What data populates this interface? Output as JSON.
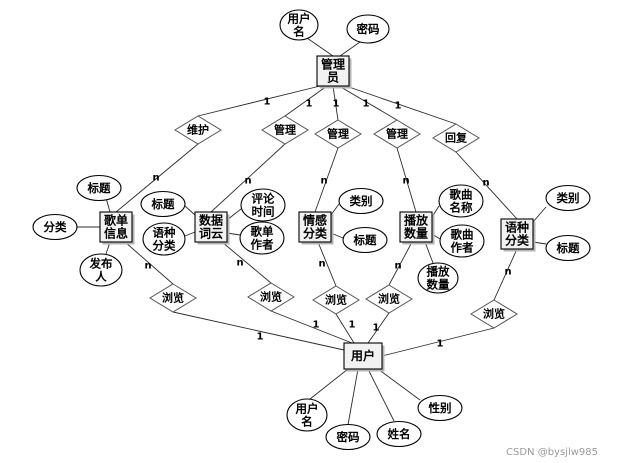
{
  "entities": {
    "admin": [
      "管理",
      "员"
    ],
    "playlist": [
      "歌单",
      "信息"
    ],
    "lyric": [
      "数据",
      "词云"
    ],
    "emotion": [
      "情感",
      "分类"
    ],
    "plays": [
      "播放",
      "数量"
    ],
    "language": [
      "语种",
      "分类"
    ],
    "user": [
      "用户"
    ]
  },
  "relationships": {
    "maintain": "维护",
    "manage_lyric": "管理",
    "manage_emotion": "管理",
    "manage_plays": "管理",
    "reply": "回复",
    "browse_playlist": "浏览",
    "browse_lyric": "浏览",
    "browse_emotion": "浏览",
    "browse_plays": "浏览",
    "browse_language": "浏览"
  },
  "attributes": {
    "admin_username": [
      "用户",
      "名"
    ],
    "admin_password": [
      "密码"
    ],
    "playlist_title": [
      "标题"
    ],
    "playlist_category": [
      "分类"
    ],
    "playlist_publisher": [
      "发布",
      "人"
    ],
    "lyric_title": [
      "标题"
    ],
    "lyric_language": [
      "语种",
      "分类"
    ],
    "lyric_comment_time": [
      "评论",
      "时间"
    ],
    "lyric_author": [
      "歌单",
      "作者"
    ],
    "emotion_category": [
      "类别"
    ],
    "emotion_title": [
      "标题"
    ],
    "plays_song_name": [
      "歌曲",
      "名称"
    ],
    "plays_song_author": [
      "歌曲",
      "作者"
    ],
    "plays_count": [
      "播放",
      "数量"
    ],
    "language_category": [
      "类别"
    ],
    "language_title": [
      "标题"
    ],
    "user_username": [
      "用户",
      "名"
    ],
    "user_password": [
      "密码"
    ],
    "user_name": [
      "姓名"
    ],
    "user_gender": [
      "性别"
    ]
  },
  "cardinality": {
    "one": "1",
    "many": "n"
  },
  "watermark": "CSDN @bysjlw985"
}
